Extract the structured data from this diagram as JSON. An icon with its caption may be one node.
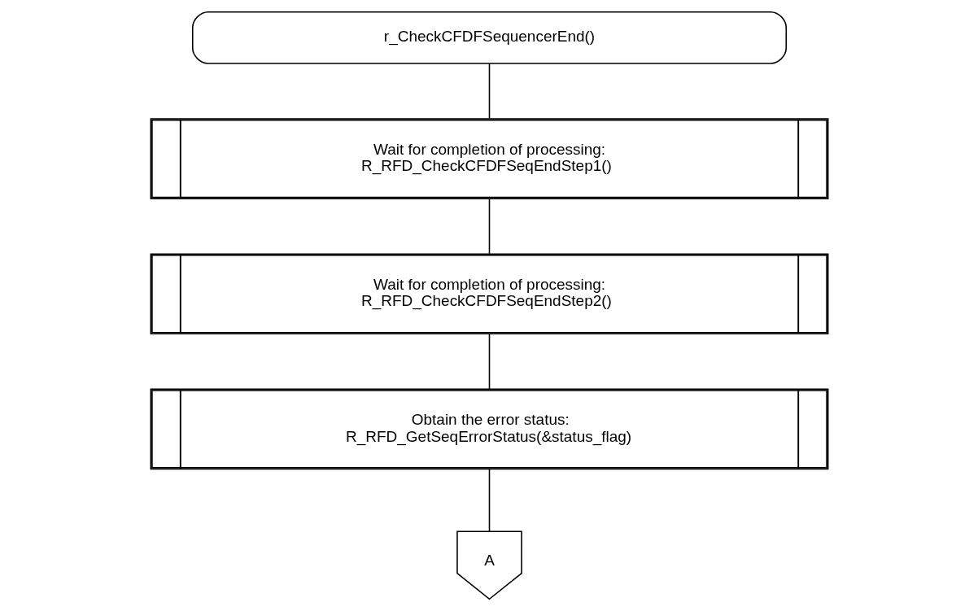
{
  "diagram": {
    "nodes": [
      {
        "text": [
          "r_CheckCFDFSequencerEnd()"
        ]
      },
      {
        "text": [
          "Wait for completion of processing:",
          "R_RFD_CheckCFDFSeqEndStep1()"
        ]
      },
      {
        "text": [
          "Wait for completion of processing:",
          "R_RFD_CheckCFDFSeqEndStep2()"
        ]
      },
      {
        "text": [
          "Obtain the error status:",
          "R_RFD_GetSeqErrorStatus(&status_flag)"
        ]
      },
      {
        "text": [
          "A"
        ]
      }
    ],
    "edges": [
      {
        "from": 0,
        "to": 1,
        "arrow": "none"
      },
      {
        "from": 1,
        "to": 2,
        "arrow": "none"
      },
      {
        "from": 2,
        "to": 3,
        "arrow": "none"
      },
      {
        "from": 3,
        "to": 4,
        "arrow": "none"
      }
    ]
  }
}
